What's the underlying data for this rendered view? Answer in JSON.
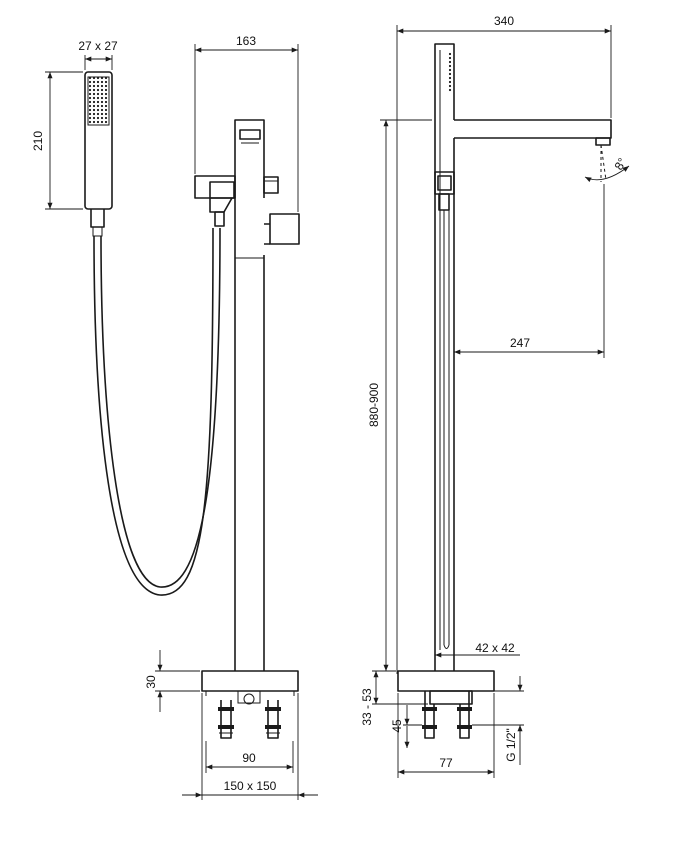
{
  "dimensions": {
    "hand_shower_section": "27 x 27",
    "hand_shower_length": "210",
    "spout_offset_front": "163",
    "total_projection": "340",
    "spout_angle": "8°",
    "spout_to_body": "247",
    "height_range": "880-900",
    "body_section": "42 x 42",
    "base_height_front": "30",
    "base_height_side": "33 - 53",
    "connection_depth": "45",
    "connection_spacing": "90",
    "base_plate": "150 x 150",
    "base_side_width": "77",
    "thread": "G 1/2\""
  }
}
